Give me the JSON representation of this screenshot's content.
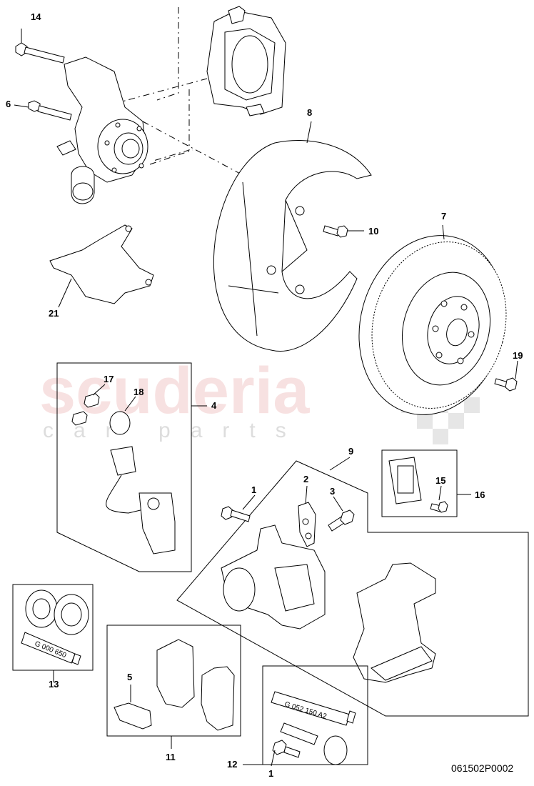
{
  "watermark": {
    "brand": "scuderia",
    "tagline": "car parts"
  },
  "diagram_code": "061502P0002",
  "callouts": {
    "c1a": "1",
    "c1b": "1",
    "c2": "2",
    "c3": "3",
    "c4": "4",
    "c5": "5",
    "c6": "6",
    "c7": "7",
    "c8": "8",
    "c9": "9",
    "c10": "10",
    "c11": "11",
    "c12": "12",
    "c13": "13",
    "c14": "14",
    "c15": "15",
    "c16": "16",
    "c17": "17",
    "c18": "18",
    "c19": "19",
    "c21": "21"
  },
  "tube_labels": {
    "grease_13": "G 000 650",
    "grease_12": "G 052 150 A2"
  }
}
